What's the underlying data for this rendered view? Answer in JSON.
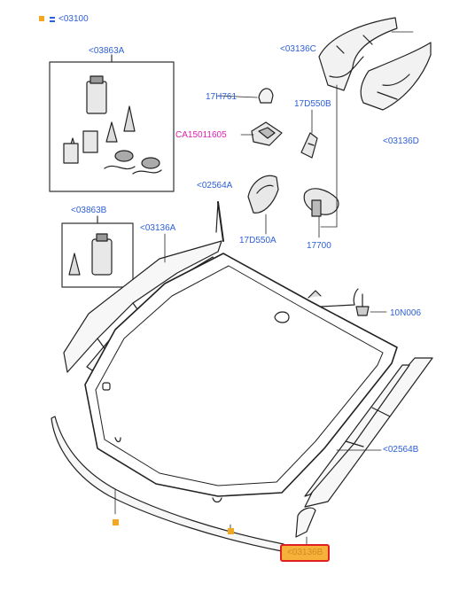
{
  "legend": {
    "text": "<03100",
    "marker_color": "#f2a622",
    "eq_color": "#2d5fd6"
  },
  "labels": {
    "l_03863A": "<03863A",
    "l_03863B": "<03863B",
    "l_03136C": "<03136C",
    "l_03136D": "<03136D",
    "l_17H761": "17H761",
    "l_17D550B": "17D550B",
    "l_CA15011605": "CA15011605",
    "l_02564A": "<02564A",
    "l_17D550A": "17D550A",
    "l_17700": "17700",
    "l_03136A": "<03136A",
    "l_10N006": "10N006",
    "l_02564B": "<02564B",
    "l_03136B": "<03136B"
  },
  "colors": {
    "link": "#2d5fd6",
    "special": "#e020b0",
    "highlight_border": "#e02020",
    "marker": "#f2a622"
  }
}
